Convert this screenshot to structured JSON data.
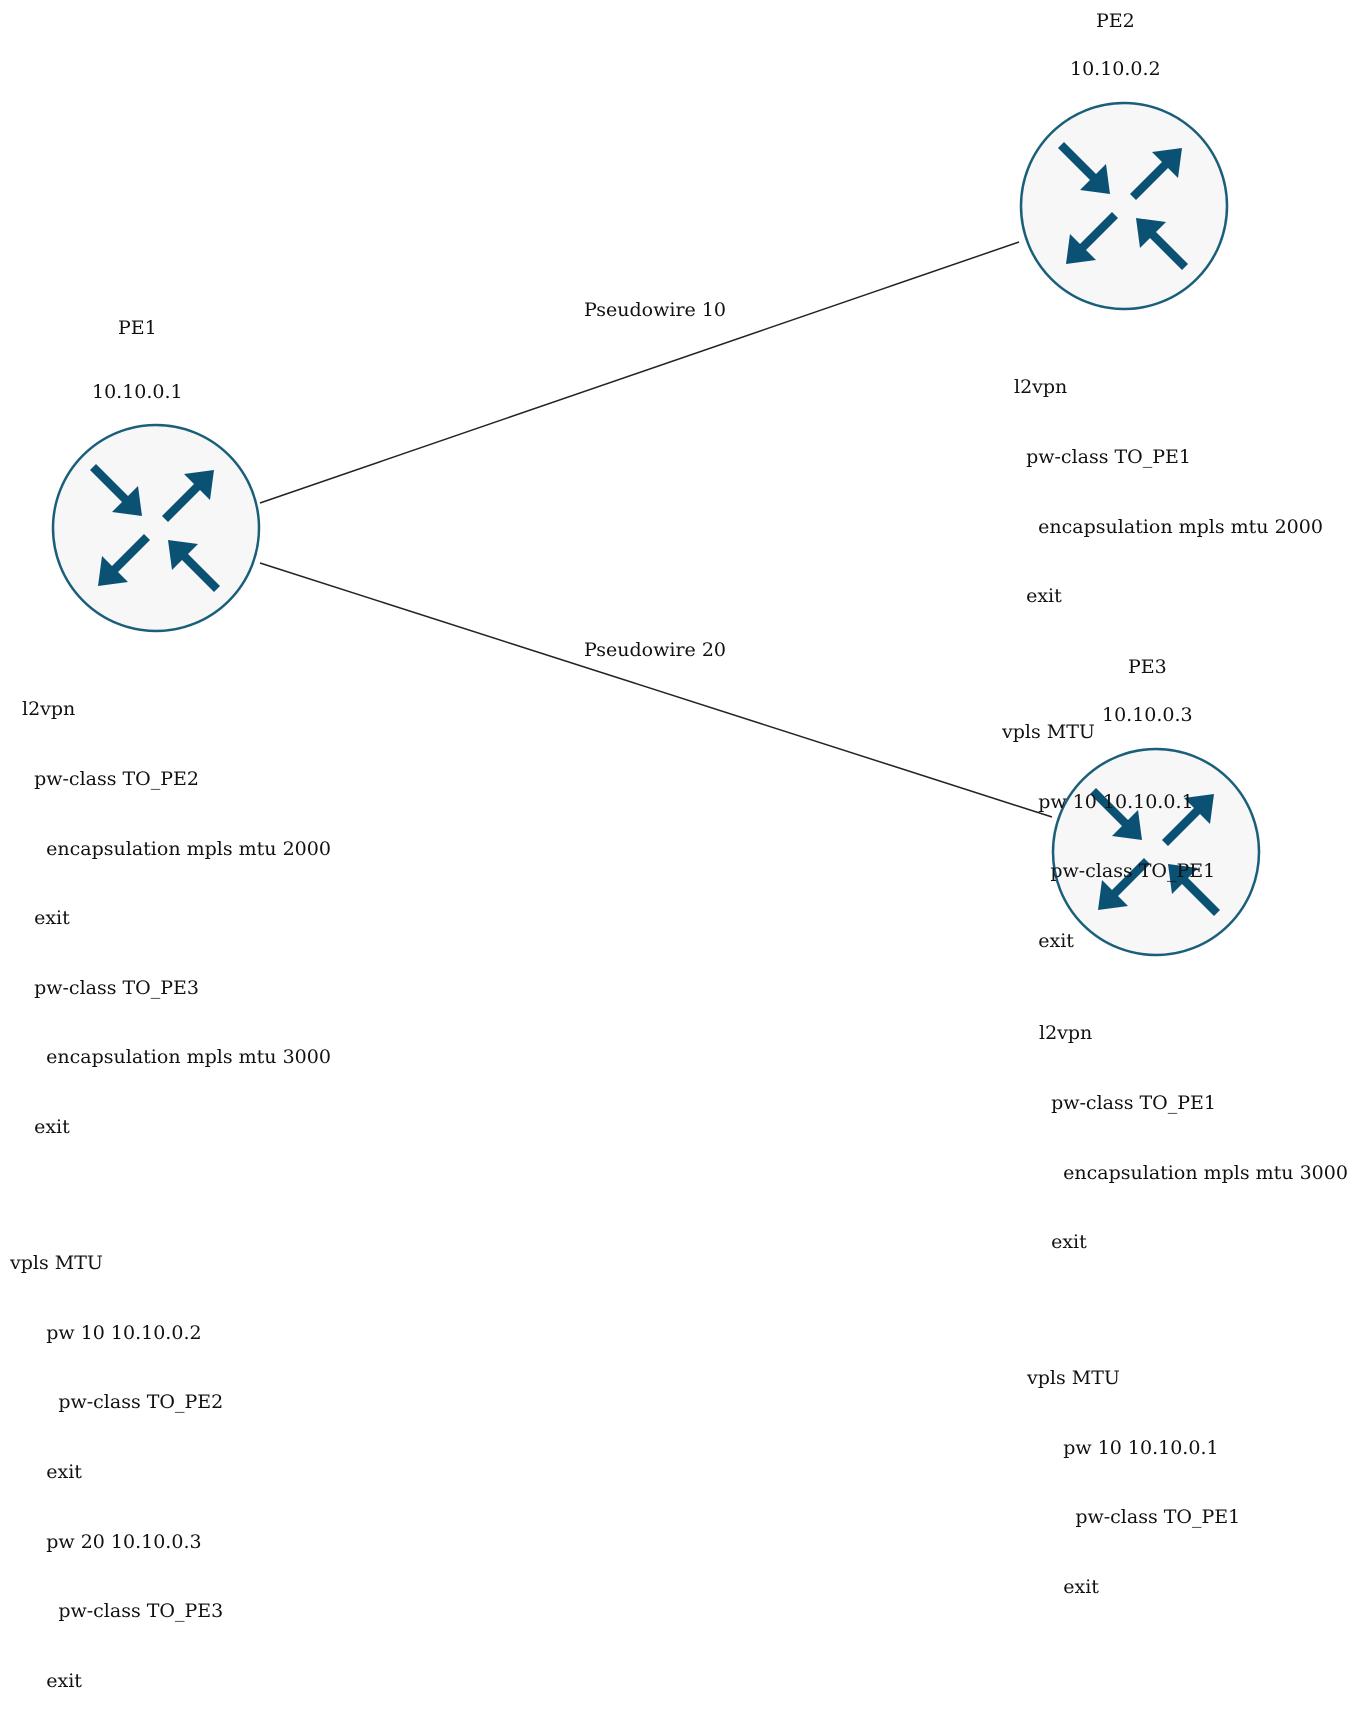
{
  "links": [
    {
      "label": "Pseudowire 10"
    },
    {
      "label": "Pseudowire 20"
    }
  ],
  "routers": [
    {
      "name": "PE1",
      "ip": "10.10.0.1",
      "config": [
        [
          "l2vpn",
          "  pw-class TO_PE2",
          "    encapsulation mpls mtu 2000",
          "  exit",
          "  pw-class TO_PE3",
          "    encapsulation mpls mtu 3000",
          "  exit"
        ],
        [
          "vpls MTU",
          "      pw 10 10.10.0.2",
          "        pw-class TO_PE2",
          "      exit",
          "      pw 20 10.10.0.3",
          "        pw-class TO_PE3",
          "      exit"
        ]
      ]
    },
    {
      "name": "PE2",
      "ip": "10.10.0.2",
      "config": [
        [
          "l2vpn",
          "  pw-class TO_PE1",
          "    encapsulation mpls mtu 2000",
          "  exit"
        ],
        [
          "vpls MTU",
          "      pw 10 10.10.0.1",
          "        pw-class TO_PE1",
          "      exit"
        ]
      ]
    },
    {
      "name": "PE3",
      "ip": "10.10.0.3",
      "config": [
        [
          "l2vpn",
          "  pw-class TO_PE1",
          "    encapsulation mpls mtu 3000",
          "  exit"
        ],
        [
          "vpls MTU",
          "      pw 10 10.10.0.1",
          "        pw-class TO_PE1",
          "      exit"
        ]
      ]
    }
  ],
  "colors": {
    "router_fill": "#f7f7f7",
    "router_stroke": "#1a5f7a",
    "arrow": "#0b5173",
    "link": "#222222"
  },
  "icon": "router-icon"
}
